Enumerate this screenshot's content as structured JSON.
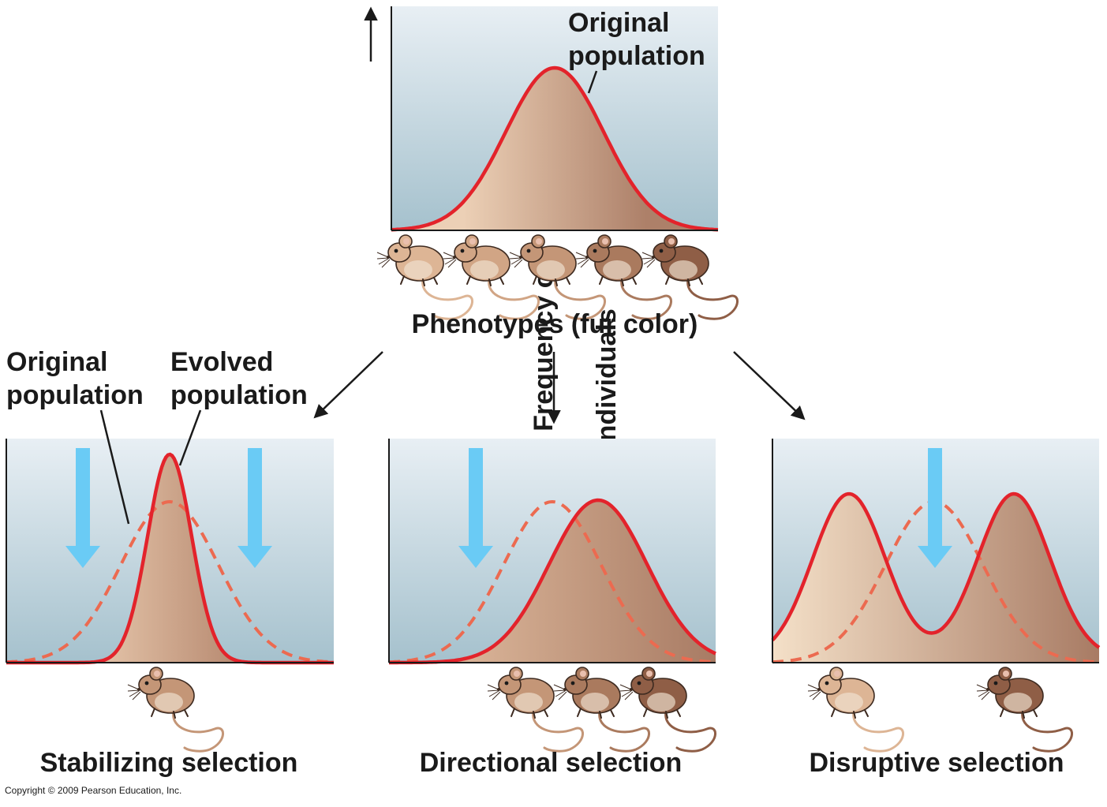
{
  "top_panel": {
    "y_axis_label_line1": "Frequency of",
    "y_axis_label_line2": "individuals",
    "curve_label_line1": "Original",
    "curve_label_line2": "population",
    "x_axis_label": "Phenotypes (fur color)",
    "mice_shades": [
      "#ddb595",
      "#d1a585",
      "#c49677",
      "#aa7a5e",
      "#8f5e46"
    ]
  },
  "legend": {
    "original_line1": "Original",
    "original_line2": "population",
    "evolved_line1": "Evolved",
    "evolved_line2": "population"
  },
  "panels": [
    {
      "caption": "Stabilizing selection",
      "mice_shades": [
        "#c49677"
      ]
    },
    {
      "caption": "Directional selection",
      "mice_shades": [
        "#c49677",
        "#aa7a5e",
        "#8f5e46"
      ]
    },
    {
      "caption": "Disruptive selection",
      "mice_shades": [
        "#ddb595",
        "#8f5e46"
      ]
    }
  ],
  "copyright": "Copyright © 2009 Pearson Education, Inc.",
  "colors": {
    "curve_red": "#e3232b",
    "dashed_red": "#ec6a50",
    "selection_arrow": "#6acbf5",
    "panel_top": "#e8eff4",
    "panel_bottom": "#a5c1cd",
    "fill_light": "#ecd0b6",
    "fill_dark": "#ad8069"
  }
}
